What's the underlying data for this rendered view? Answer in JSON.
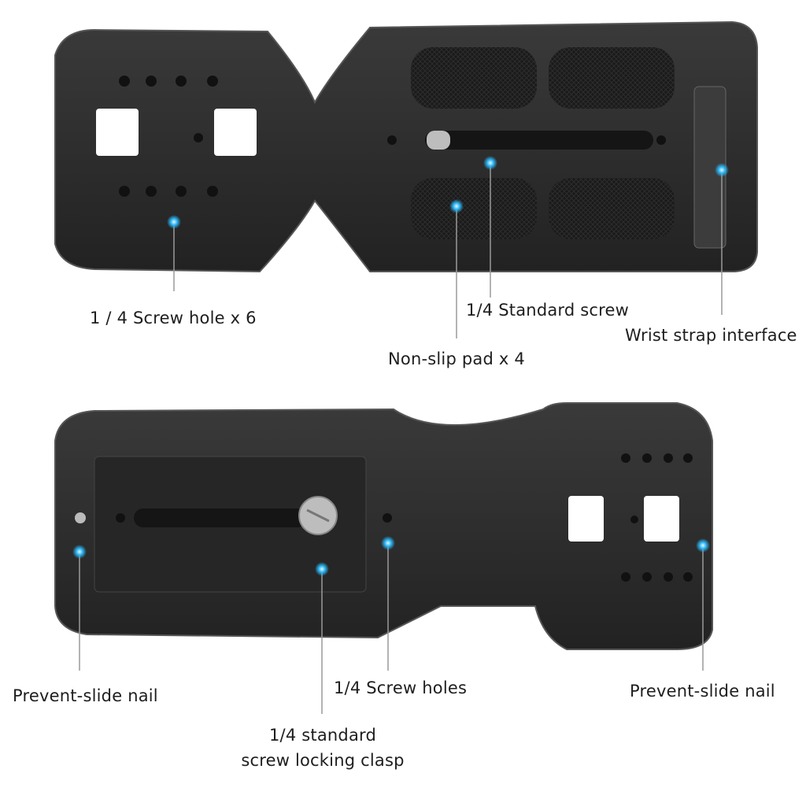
{
  "product": {
    "top_view": {
      "callouts": [
        {
          "id": "screw-hole-x6",
          "text": "1 / 4 Screw hole x 6"
        },
        {
          "id": "standard-screw",
          "text": "1/4 Standard screw"
        },
        {
          "id": "wrist-strap",
          "text": "Wrist strap interface"
        },
        {
          "id": "non-slip-pad",
          "text": "Non-slip pad x 4"
        }
      ]
    },
    "bottom_view": {
      "callouts": [
        {
          "id": "prevent-slide-left",
          "text": "Prevent-slide nail"
        },
        {
          "id": "screw-holes",
          "text": "1/4 Screw holes"
        },
        {
          "id": "prevent-slide-right",
          "text": "Prevent-slide nail"
        },
        {
          "id": "locking-clasp-line1",
          "text": "1/4 standard"
        },
        {
          "id": "locking-clasp-line2",
          "text": "screw locking clasp"
        }
      ]
    }
  },
  "colors": {
    "marker": "#29b6f6",
    "leader": "#9a9a9a",
    "plate": "#2b2b2b",
    "plate_edge": "#4a4a4a",
    "pad": "#1c1c1c"
  }
}
